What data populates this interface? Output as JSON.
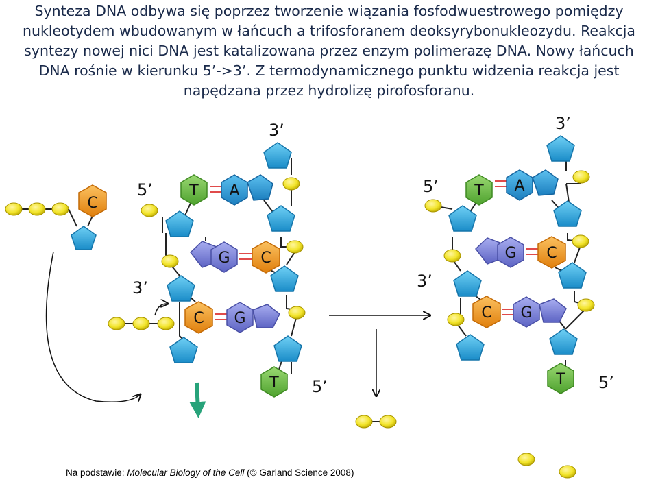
{
  "intro_text": "Synteza DNA odbywa się poprzez tworzenie wiązania fosfodwuestrowego pomiędzy nukleotydem wbudowanym w łańcuch a trifosforanem deoksyrybonukleozydu. Reakcja syntezy nowej nici DNA jest katalizowana przez enzym polimerazę DNA. Nowy łańcuch DNA rośnie w kierunku 5’->3’. Z termodynamicznego punktu widzenia reakcja jest napędzana przez hydrolizę pirofosforanu.",
  "end_labels": {
    "three_prime": "3’",
    "five_prime": "5’"
  },
  "bases": {
    "C": "C",
    "G": "G",
    "A": "A",
    "T": "T"
  },
  "source_note": {
    "prefix": "Na podstawie: ",
    "title": "Molecular Biology of the Cell",
    "suffix": " (© Garland Science 2008)"
  },
  "colors": {
    "sugar": "#29a6de",
    "phosphate": "#f2e42a",
    "cytosine": "#f39b1d",
    "thymine": "#6cbd45",
    "guanine": "#7b82d9",
    "adenine": "#2b98d6",
    "bond": "#e04b4b",
    "arrow_down": "#27a37a"
  }
}
